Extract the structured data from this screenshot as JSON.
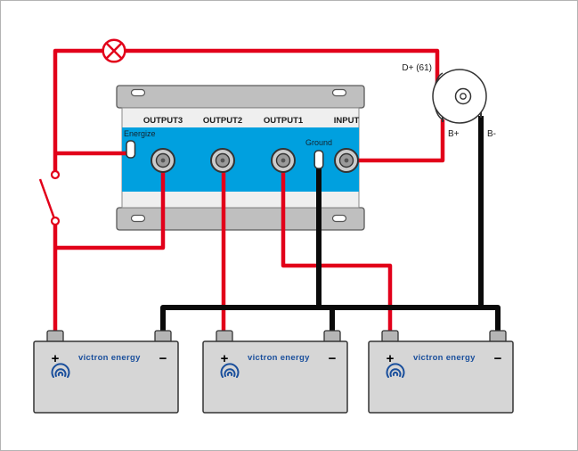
{
  "colors": {
    "wire_red": "#e2001a",
    "wire_black": "#0a0a0a",
    "isolator_blue": "#00a0df",
    "plate_gray": "#bfbfbf",
    "body_gray": "#efefef",
    "battery_gray": "#d6d6d6",
    "victron_blue": "#1a4f9c"
  },
  "alternator": {
    "dplus_label": "D+ (61)",
    "bplus_label": "B+",
    "bminus_label": "B-"
  },
  "isolator": {
    "terminal_labels": [
      "OUTPUT3",
      "OUTPUT2",
      "OUTPUT1",
      "INPUT"
    ],
    "energize_label": "Energize",
    "ground_label": "Ground"
  },
  "batteries": [
    {
      "brand": "victron energy",
      "plus_label": "+",
      "minus_label": "−"
    },
    {
      "brand": "victron energy",
      "plus_label": "+",
      "minus_label": "−"
    },
    {
      "brand": "victron energy",
      "plus_label": "+",
      "minus_label": "−"
    }
  ],
  "icons": {
    "indicator_lamp_icon": "circle-with-x",
    "disconnect_switch_icon": "open-knife-switch",
    "victron_logo_icon": "blue-swirl-arcs"
  }
}
